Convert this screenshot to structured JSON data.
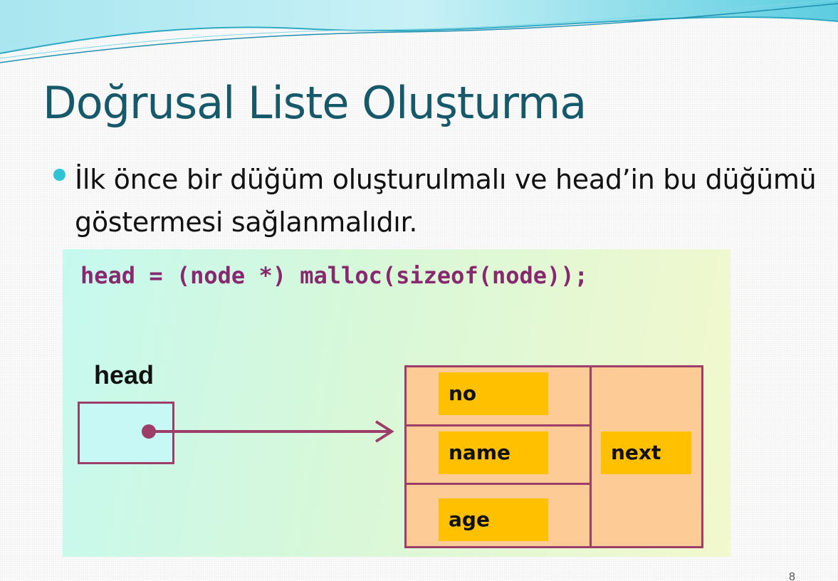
{
  "slide": {
    "title": "Doğrusal Liste Oluşturma",
    "bullet": "İlk önce bir düğüm oluşturulmalı ve head’in bu düğümü göstermesi sağlanmalıdır.",
    "page_number": "8"
  },
  "figure": {
    "code": "head = (node *) malloc(sizeof(node));",
    "head_label": "head",
    "node_fields": {
      "no": "no",
      "name": "name",
      "age": "age",
      "next": "next"
    }
  },
  "colors": {
    "title": "#16596b",
    "bullet": "#2ec4d6",
    "code": "#87296e",
    "border": "#9c3e68",
    "node_fill": "#fdcc96",
    "field_fill": "#ffc000",
    "head_box_fill": "#c8f8f6"
  }
}
